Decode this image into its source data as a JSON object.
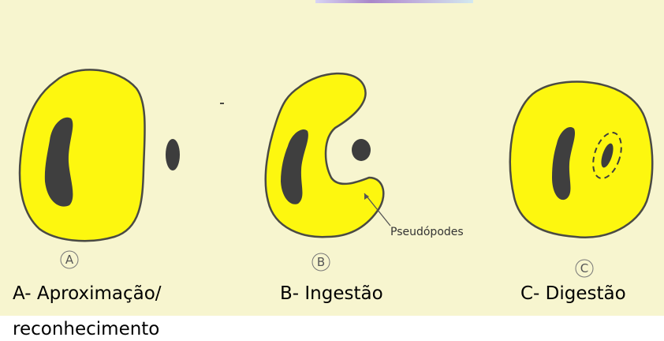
{
  "figure": {
    "steps": [
      {
        "letter": "A",
        "caption": "A- Aproximação/",
        "caption_cont": "reconhecimento"
      },
      {
        "letter": "B",
        "caption": "B- Ingestão"
      },
      {
        "letter": "C",
        "caption": "C- Digestão"
      }
    ],
    "callout_label": "Pseudópodes",
    "colors": {
      "cell_fill": "#fdf70f",
      "cell_outline": "#4a4a44",
      "nucleus": "#3f3f3f",
      "food_particle": "#3d3d3d",
      "background_panel": "#f7f5cf"
    }
  }
}
